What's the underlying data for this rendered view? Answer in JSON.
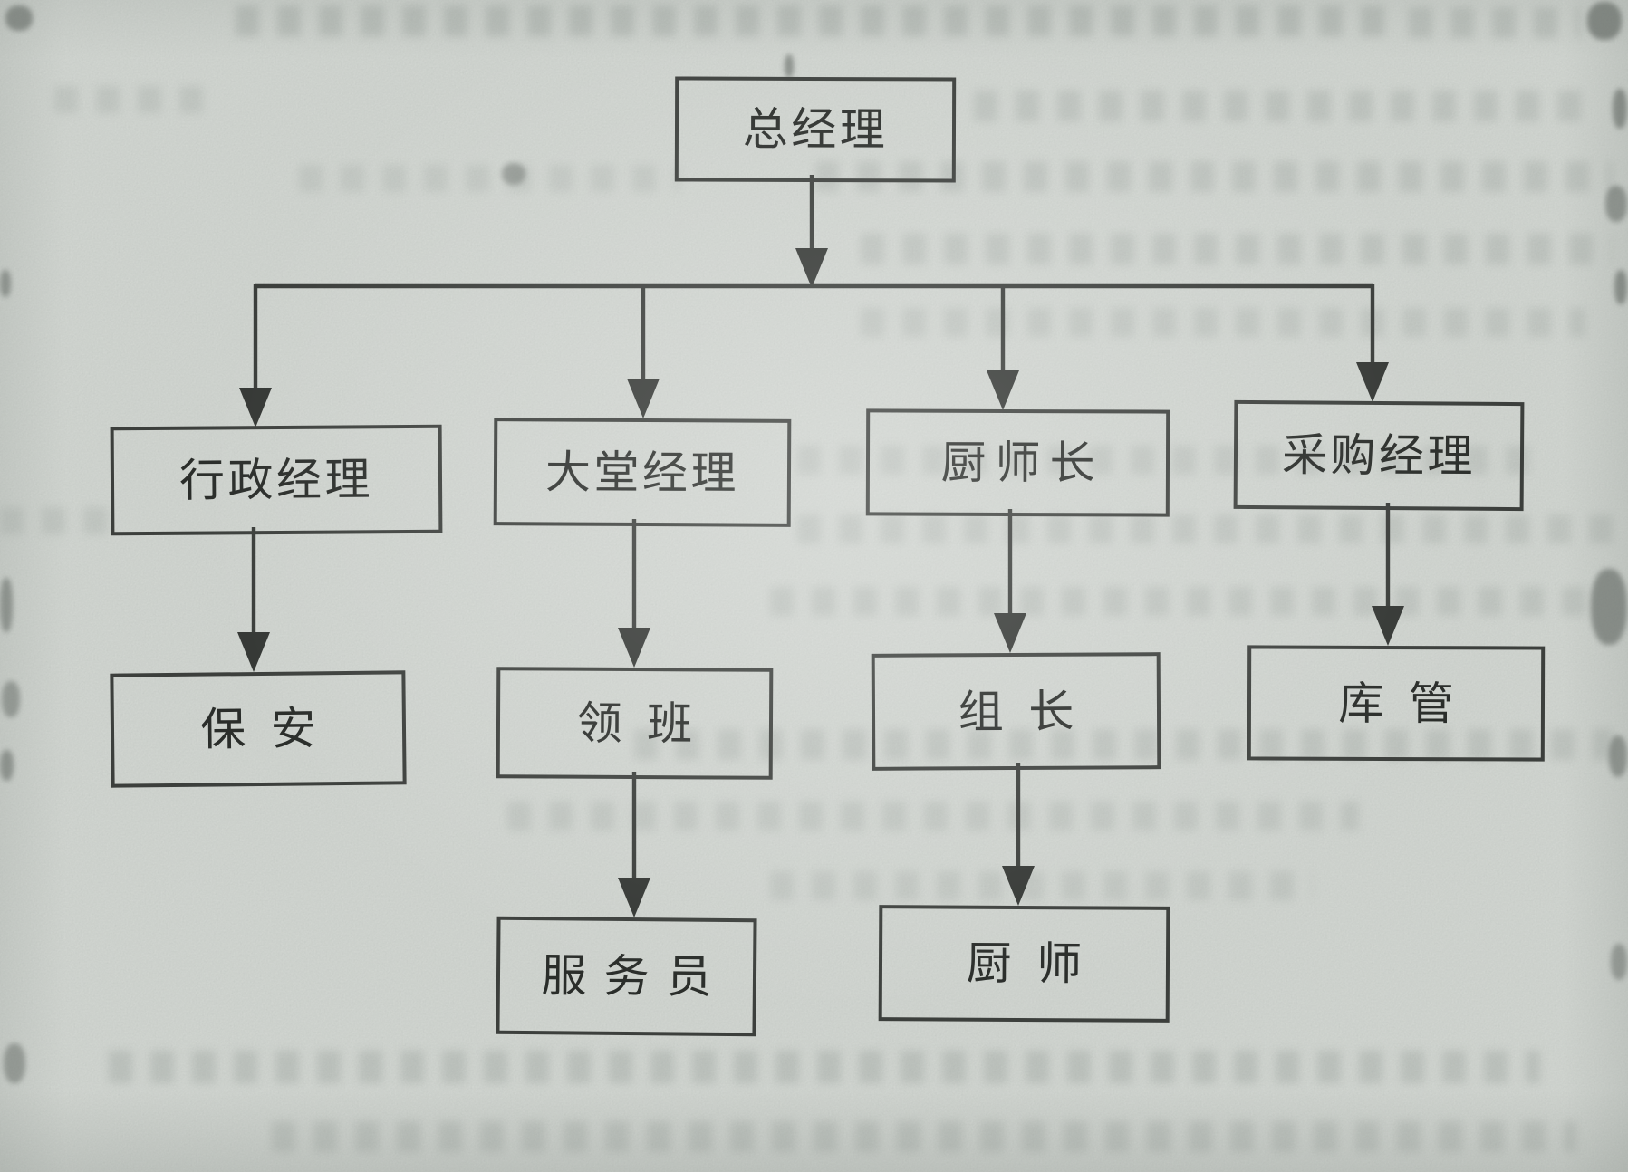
{
  "page": {
    "kind": "scanned book page with organization chart",
    "language": "zh-CN"
  },
  "org_chart": {
    "type": "org-tree",
    "nodes": [
      {
        "id": "general-manager",
        "label": "总经理",
        "level": 1,
        "reports_to": null
      },
      {
        "id": "admin-manager",
        "label": "行政经理",
        "level": 2,
        "reports_to": "总经理"
      },
      {
        "id": "lobby-manager",
        "label": "大堂经理",
        "level": 2,
        "reports_to": "总经理"
      },
      {
        "id": "head-chef",
        "label": "厨师长",
        "level": 2,
        "reports_to": "总经理"
      },
      {
        "id": "purchasing-manager",
        "label": "采购经理",
        "level": 2,
        "reports_to": "总经理"
      },
      {
        "id": "security-guard",
        "label": "保安",
        "level": 3,
        "reports_to": "行政经理"
      },
      {
        "id": "foreman",
        "label": "领班",
        "level": 3,
        "reports_to": "大堂经理"
      },
      {
        "id": "group-leader",
        "label": "组长",
        "level": 3,
        "reports_to": "厨师长"
      },
      {
        "id": "warehouse-keeper",
        "label": "库管",
        "level": 3,
        "reports_to": "采购经理"
      },
      {
        "id": "waiter",
        "label": "服务员",
        "level": 4,
        "reports_to": "领班"
      },
      {
        "id": "cook",
        "label": "厨师",
        "level": 4,
        "reports_to": "组长"
      }
    ],
    "edges": [
      [
        "总经理",
        "行政经理"
      ],
      [
        "总经理",
        "大堂经理"
      ],
      [
        "总经理",
        "厨师长"
      ],
      [
        "总经理",
        "采购经理"
      ],
      [
        "行政经理",
        "保安"
      ],
      [
        "大堂经理",
        "领班"
      ],
      [
        "厨师长",
        "组长"
      ],
      [
        "采购经理",
        "库管"
      ],
      [
        "领班",
        "服务员"
      ],
      [
        "组长",
        "厨师"
      ]
    ]
  },
  "colors": {
    "paper": "#d7dbd6",
    "ink": "#2a2d2a",
    "line": "#3a3d3a"
  }
}
